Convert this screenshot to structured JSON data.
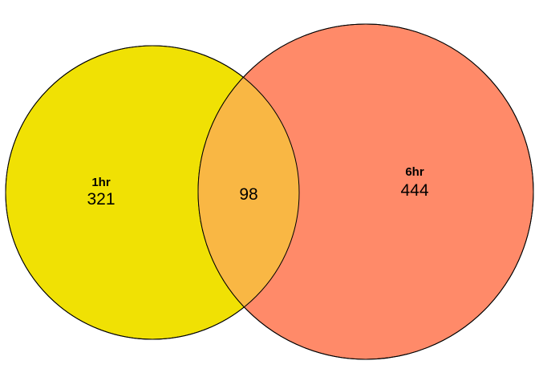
{
  "venn": {
    "sets": [
      {
        "name": "1hr",
        "count": "321",
        "color": "#F0E104"
      },
      {
        "name": "6hr",
        "count": "444",
        "color": "#FF8A69"
      }
    ],
    "intersection": {
      "count": "98",
      "color": "#F9B744"
    },
    "outline_color": "#000000"
  }
}
